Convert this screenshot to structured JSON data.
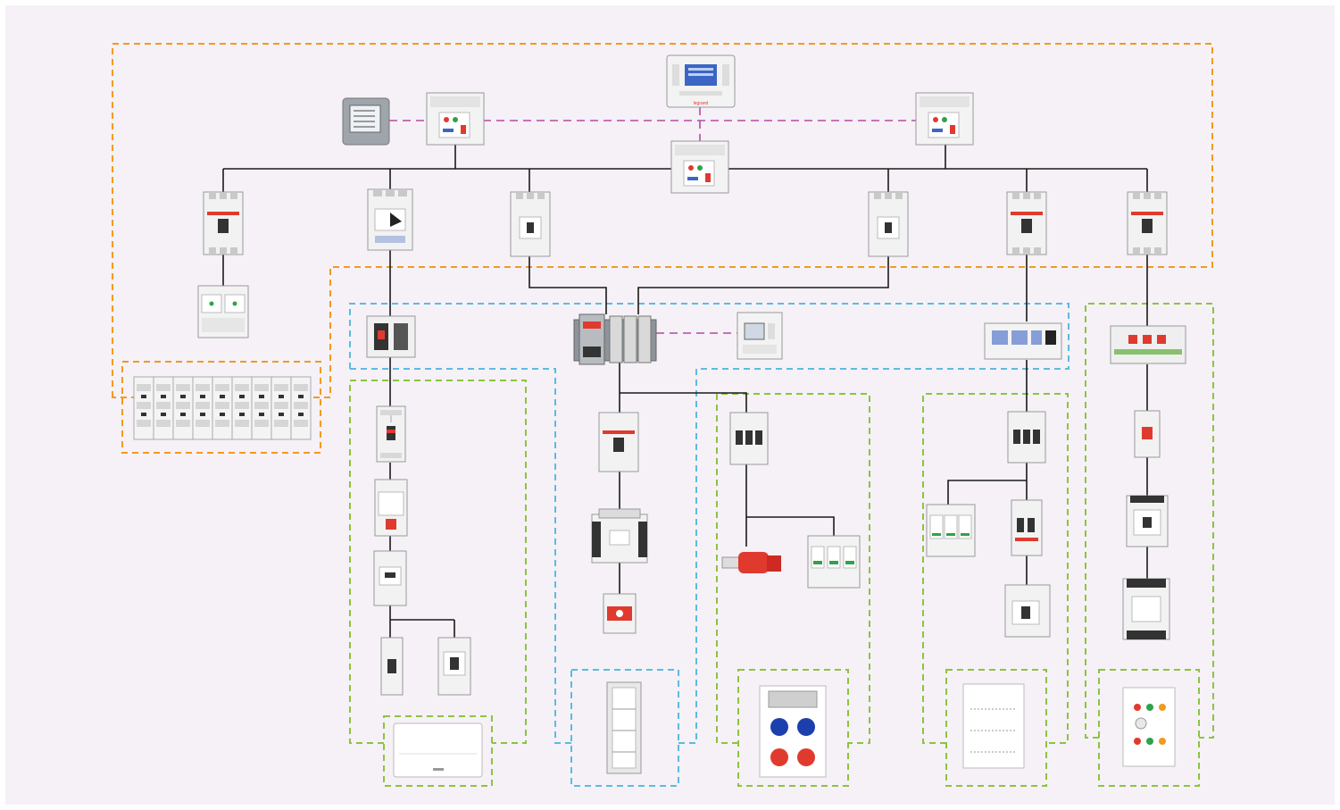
{
  "colors": {
    "background": "#f5f1f7",
    "frame": "#ffffff",
    "wire": "#1a1a1a",
    "communication": "#b44aa5",
    "zone_main": "#f29a1f",
    "zone_distribution": "#5bbcdf",
    "zone_final": "#8cc43f",
    "device_body": "#eeeeee",
    "device_outline": "#9a9a9a",
    "device_red": "#e03a2f",
    "device_blue": "#1c3fae",
    "screen": "#3c66c4"
  },
  "devices": {
    "top_row": [
      {
        "name": "power-meter-large",
        "icon": "multifunction-meter-icon"
      },
      {
        "name": "air-circuit-breaker-left",
        "icon": "air-circuit-breaker-icon"
      },
      {
        "name": "automatic-transfer-controller",
        "icon": "controller-panel-icon",
        "brand": "legrand"
      },
      {
        "name": "air-circuit-breaker-center",
        "icon": "air-circuit-breaker-icon"
      },
      {
        "name": "air-circuit-breaker-right",
        "icon": "air-circuit-breaker-icon"
      }
    ],
    "mccb_row": [
      {
        "name": "mccb-1",
        "icon": "molded-case-breaker-icon"
      },
      {
        "name": "mccb-2",
        "icon": "molded-case-breaker-rotary-icon"
      },
      {
        "name": "mccb-3",
        "icon": "molded-case-breaker-icon"
      },
      {
        "name": "mccb-4",
        "icon": "molded-case-breaker-icon"
      },
      {
        "name": "mccb-5",
        "icon": "molded-case-breaker-icon"
      },
      {
        "name": "mccb-6",
        "icon": "molded-case-breaker-icon"
      }
    ],
    "branch_items": [
      {
        "name": "surge-protector-main",
        "icon": "surge-protector-icon"
      },
      {
        "name": "switchgear-cabinet-row",
        "icon": "switchgear-cabinet-icon"
      },
      {
        "name": "switch-disconnector",
        "icon": "switch-disconnector-icon"
      },
      {
        "name": "transfer-switch",
        "icon": "automatic-transfer-switch-icon"
      },
      {
        "name": "power-meter-small",
        "icon": "din-meter-icon"
      },
      {
        "name": "smart-panel-module",
        "icon": "smart-module-icon"
      },
      {
        "name": "motorized-breaker",
        "icon": "motorized-breaker-icon"
      }
    ],
    "final_items": [
      {
        "name": "mcb",
        "icon": "miniature-breaker-icon"
      },
      {
        "name": "rcd",
        "icon": "residual-current-device-icon"
      },
      {
        "name": "contactor-modular",
        "icon": "modular-contactor-icon"
      },
      {
        "name": "rcbo",
        "icon": "rcbo-icon"
      },
      {
        "name": "contactor",
        "icon": "contactor-icon"
      },
      {
        "name": "thermal-relay",
        "icon": "thermal-overload-relay-icon"
      },
      {
        "name": "industrial-plug",
        "icon": "industrial-plug-icon"
      },
      {
        "name": "motor-protection-breaker",
        "icon": "motor-protection-breaker-icon"
      }
    ],
    "enclosures": [
      {
        "name": "consumer-unit",
        "icon": "consumer-unit-icon"
      },
      {
        "name": "floor-cabinet",
        "icon": "floor-cabinet-icon"
      },
      {
        "name": "socket-box",
        "icon": "industrial-socket-box-icon"
      },
      {
        "name": "distribution-board",
        "icon": "distribution-board-icon"
      },
      {
        "name": "control-box",
        "icon": "control-box-icon"
      }
    ]
  }
}
